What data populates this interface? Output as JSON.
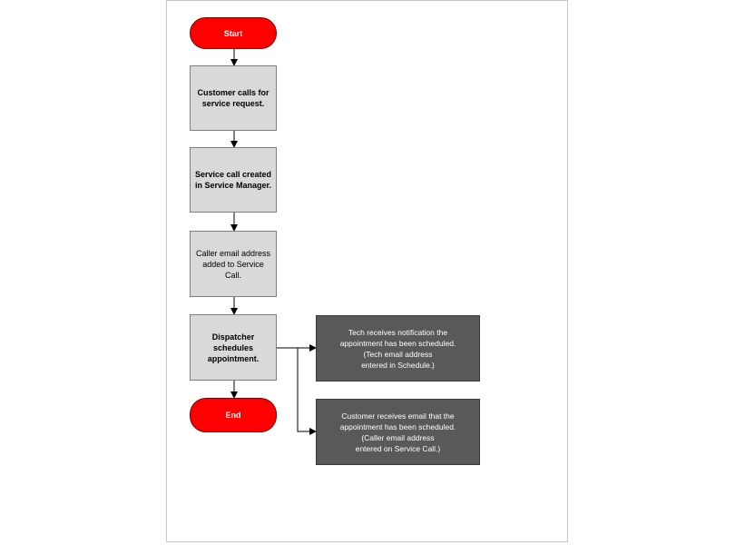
{
  "diagram": {
    "start": "Start",
    "step1": "Customer calls for\nservice request.",
    "step2": "Service call created\nin Service Manager.",
    "step3": "Caller email address\nadded to Service\nCall.",
    "step4": "Dispatcher\nschedules\nappointment.",
    "end": "End",
    "note_tech": "Tech receives notification the\nappointment has been scheduled.\n(Tech email address\nentered in Schedule.)",
    "note_customer": "Customer receives email that the\nappointment has been scheduled.\n(Caller email address\nentered on Service Call.)"
  },
  "colors": {
    "terminal_fill": "#ff0000",
    "process_fill": "#d9d9d9",
    "note_fill": "#595959",
    "connector": "#000000"
  }
}
